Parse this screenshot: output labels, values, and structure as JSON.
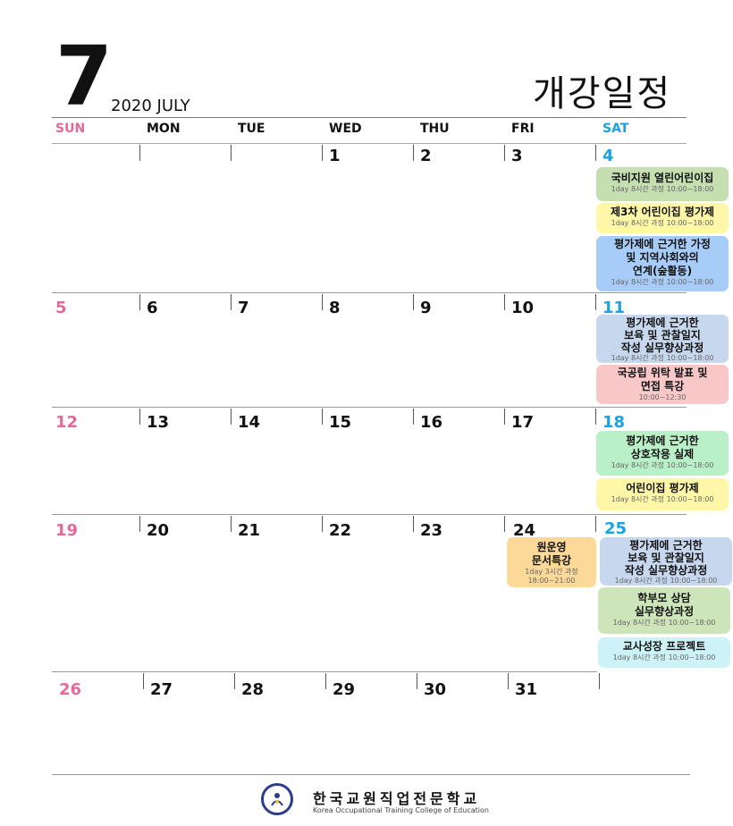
{
  "header": {
    "month_number": "7",
    "year_label": "2020 JULY",
    "title": "개강일정"
  },
  "weekdays": [
    "SUN",
    "MON",
    "TUE",
    "WED",
    "THU",
    "FRI",
    "SAT"
  ],
  "days": {
    "w1": [
      "",
      "",
      "",
      "1",
      "2",
      "3",
      "4"
    ],
    "w2": [
      "5",
      "6",
      "7",
      "8",
      "9",
      "10",
      "11"
    ],
    "w3": [
      "12",
      "13",
      "14",
      "15",
      "16",
      "17",
      "18"
    ],
    "w4": [
      "19",
      "20",
      "21",
      "22",
      "23",
      "24",
      "25"
    ],
    "w5": [
      "26",
      "27",
      "28",
      "29",
      "30",
      "31",
      ""
    ]
  },
  "events": {
    "e1": {
      "lines": [
        "국비지원 열린어린이집"
      ],
      "sub": "1day 8시간 과정 10:00~18:00",
      "color": "#c5dfb1"
    },
    "e2": {
      "lines": [
        "제3차 어린이집 평가제"
      ],
      "sub": "1day 8시간 과정 10:00~18:00",
      "color": "#fff7a8"
    },
    "e3": {
      "lines": [
        "평가제에 근거한 가정",
        "및 지역사회와의",
        "연계(숲활동)"
      ],
      "sub": "1day 8시간 과정 10:00~18:00",
      "color": "#a7ccf7"
    },
    "e4": {
      "lines": [
        "평가제에 근거한",
        "보육 및 관찰일지",
        "작성 실무향상과정"
      ],
      "sub": "1day 8시간 과정 10:00~18:00",
      "color": "#c7d8ee"
    },
    "e5": {
      "lines": [
        "국공립 위탁 발표 및",
        "면접 특강"
      ],
      "sub": "10:00~12:30",
      "color": "#f8c8c8"
    },
    "e6": {
      "lines": [
        "평가제에 근거한",
        "상호작용 실제"
      ],
      "sub": "1day 8시간 과정 10:00~18:00",
      "color": "#b9f0c8"
    },
    "e7": {
      "lines": [
        "어린이집 평가제"
      ],
      "sub": "1day 8시간 과정 10:00~18:00",
      "color": "#fff7a8"
    },
    "e8": {
      "lines": [
        "원운영",
        "문서특강"
      ],
      "sub": "1day 3시간 과정",
      "sub2": "18:00~21:00",
      "color": "#fcd998"
    },
    "e9": {
      "lines": [
        "평가제에 근거한",
        "보육 및 관찰일지",
        "작성 실무향상과정"
      ],
      "sub": "1day 8시간 과정 10:00~18:00",
      "color": "#c7d8ee"
    },
    "e10": {
      "lines": [
        "학부모 상담",
        "실무향상과정"
      ],
      "sub": "1day 8시간 과정 10:00~18:00",
      "color": "#cde5b9"
    },
    "e11": {
      "lines": [
        "교사성장 프로젝트"
      ],
      "sub": "1day 8시간 과정 10:00~18:00",
      "color": "#cdf3f8"
    }
  },
  "footer": {
    "name_kr": "한국교원직업전문학교",
    "name_en": "Korea Occupational Training College of Education"
  },
  "colors": {
    "sunday": "#e36a98",
    "saturday": "#1da1e0"
  }
}
